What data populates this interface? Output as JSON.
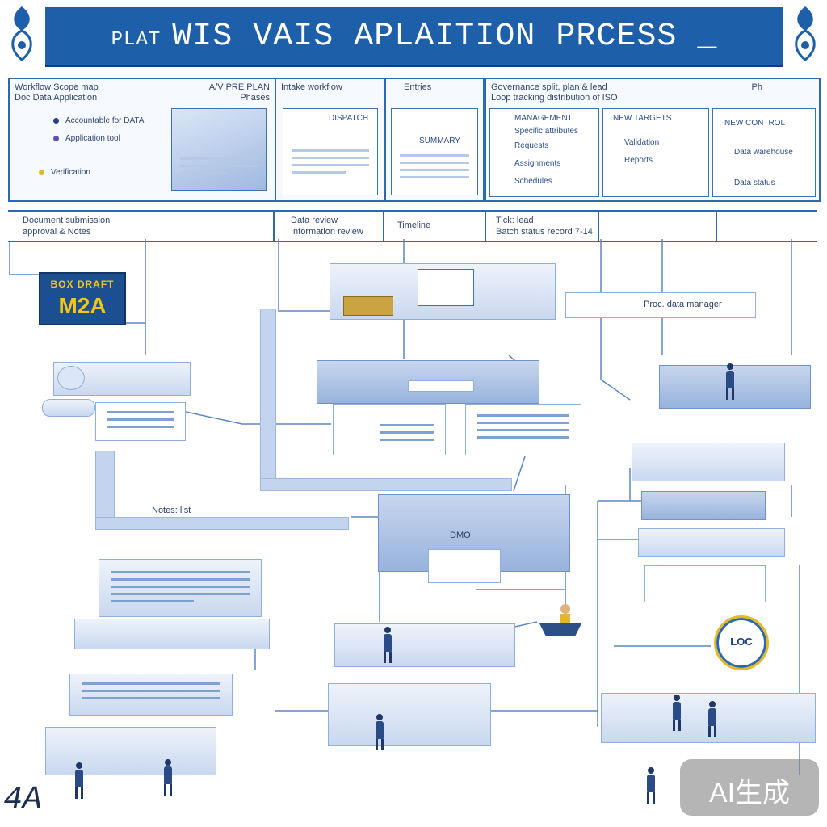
{
  "title": "WIS VAIS APLAITION PRCESS _",
  "title_prefix": "PLAT",
  "top_panels": [
    {
      "header_left": "Workflow Scope map",
      "header_left_2": "Doc Data Application",
      "header_right": "A/V PRE PLAN",
      "header_right_2": "Phases"
    },
    {
      "header_left": "Intake workflow"
    },
    {
      "header_left": "Entries"
    },
    {
      "header_left": "Governance split, plan & lead",
      "header_left_2": "Loop tracking distribution of ISO",
      "header_right": "Ph"
    }
  ],
  "panel1_bullets": [
    "Accountable for DATA",
    "Application tool",
    "Verification"
  ],
  "panel2_card_title": "DISPATCH",
  "panel3_card_title": "SUMMARY",
  "panel4_cards": [
    {
      "title": "MANAGEMENT",
      "rows": [
        "Specific attributes",
        "Requests",
        "Assignments",
        "Schedules"
      ]
    },
    {
      "title": "NEW TARGETS",
      "rows": [
        "Validation",
        "Reports"
      ]
    },
    {
      "title": "NEW CONTROL",
      "rows": [
        "Data warehouse",
        "Data status"
      ]
    }
  ],
  "captions": [
    {
      "line1": "Document submission",
      "line2": "approval & Notes"
    },
    {
      "line1": "Data review",
      "line2": "Information review"
    },
    {
      "line1": "Timeline"
    },
    {
      "line1": "Tick: lead",
      "line2": "Batch status record 7-14"
    }
  ],
  "badge": {
    "line1": "BOX DRAFT",
    "line2": "M2A"
  },
  "labels": {
    "review_strip": "Proc. data manager",
    "left_mid": "Notes: list",
    "center_box": "DMO",
    "loop": "LOC",
    "corner_mark": "4A",
    "watermark": "AI生成"
  },
  "colors": {
    "primary": "#1d5fa8",
    "accent": "#f5c518",
    "node_fill": "#c9d8ef"
  }
}
